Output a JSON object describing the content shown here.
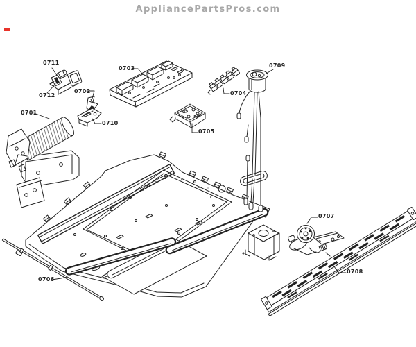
{
  "page": {
    "watermark": "AppliancePartsPros.com",
    "background_color": "#ffffff",
    "diagram_line_color": "#222222",
    "watermark_color": "#a8a8a8",
    "corner_mark_color": "#e8332a"
  },
  "diagram": {
    "parts": [
      {
        "ref": "0701"
      },
      {
        "ref": "0702"
      },
      {
        "ref": "0703"
      },
      {
        "ref": "0704"
      },
      {
        "ref": "0705"
      },
      {
        "ref": "0706"
      },
      {
        "ref": "0707"
      },
      {
        "ref": "0708"
      },
      {
        "ref": "0709"
      },
      {
        "ref": "0710"
      },
      {
        "ref": "0711"
      },
      {
        "ref": "0712"
      }
    ]
  }
}
